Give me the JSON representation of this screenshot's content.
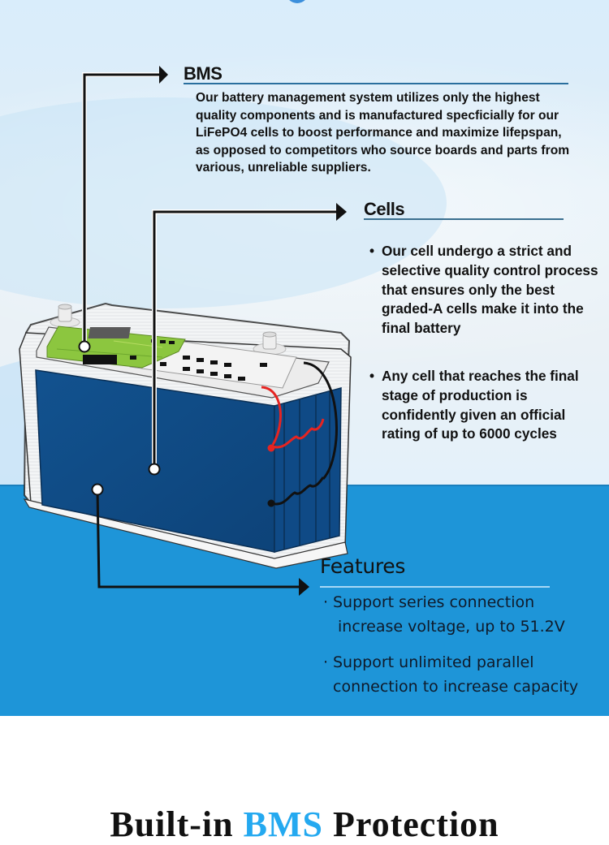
{
  "sections": {
    "bms": {
      "title": "BMS",
      "body": "Our battery management system utilizes only the highest quality components and is manufactured specficially for our LiFePO4 cells to boost performance and maximize lifepspan, as opposed to competitors who source boards and parts from various, unreliable suppliers."
    },
    "cells": {
      "title": "Cells",
      "bullet": "•",
      "items": [
        "Our cell undergo a strict and selective quality control process that ensures only the best graded-A cells make it into the final battery",
        "Any cell that reaches the final stage of production is confidently given an official rating of up to 6000 cycles"
      ]
    },
    "features": {
      "title": "Features",
      "bullet": "·",
      "items": [
        {
          "line1": "Support series connection",
          "line2": "increase voltage, up to 51.2V"
        },
        {
          "line1": "Support unlimited parallel",
          "line2": "connection to increase capacity"
        }
      ]
    }
  },
  "footer_heading": {
    "part1": "Built-in ",
    "accent": "BMS",
    "part2": " Protection"
  },
  "colors": {
    "blue_band": "#1e95d8",
    "accent_blue": "#24a9f0",
    "cell_blue": "#0e4a84",
    "bms_board_green": "#8cc63f",
    "positive_cable": "#e52421",
    "negative_cable": "#111111"
  },
  "illustration": {
    "subject": "battery-cutaway",
    "callouts": [
      "bms-board",
      "cell-pack",
      "battery-case"
    ]
  }
}
